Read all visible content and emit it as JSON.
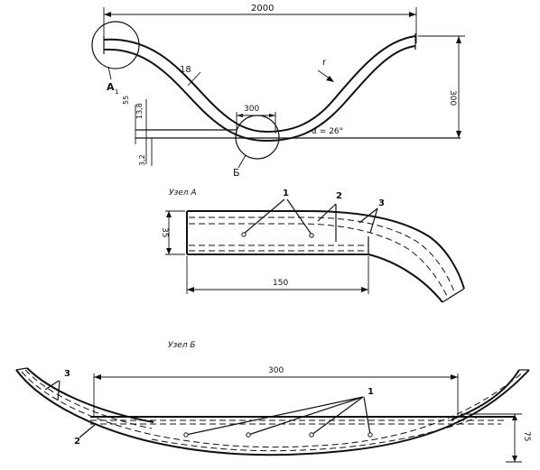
{
  "top_view": {
    "dim_total_length": "2000",
    "dim_height": "300",
    "dim_bottom_flat": "300",
    "dim_thickness_18": "18",
    "dim_left_55": "55",
    "dim_left_138": "13,8",
    "dim_left_small": "3,2",
    "label_radius": "r",
    "label_angle": "α = 26°",
    "node_a_label": "A",
    "node_a_index": "1",
    "node_b_label": "Б"
  },
  "node_a": {
    "title": "Узел  А",
    "dim_height": "35",
    "dim_length": "150",
    "callout_1": "1",
    "callout_2": "2",
    "callout_3": "3"
  },
  "node_b": {
    "title": "Узел  Б",
    "dim_length": "300",
    "dim_height": "75",
    "callout_1": "1",
    "callout_2": "2",
    "callout_3": "3"
  }
}
